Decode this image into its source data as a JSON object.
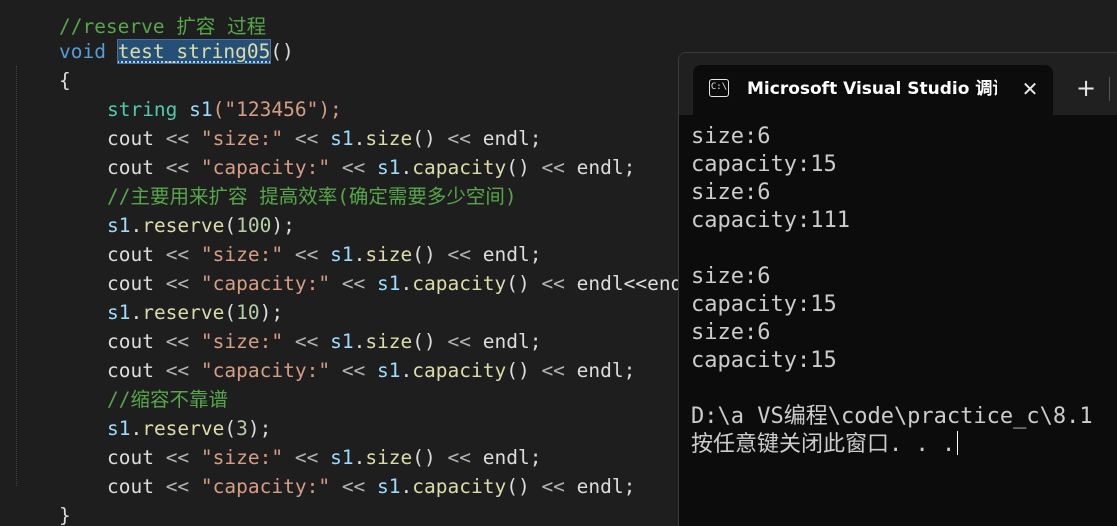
{
  "editor": {
    "top_partial_comment": "//reserve 扩容 过程",
    "func_keyword": "void",
    "func_name": "test_string05",
    "func_parens": "()",
    "open_brace": "{",
    "close_brace": "}",
    "lines": {
      "l1": {
        "type": "string",
        "name": "s1",
        "args": "(\"123456\");"
      },
      "cout": "cout",
      "op": "<<",
      "size_str": "\"size:\"",
      "cap_str": "\"capacity:\"",
      "s1": "s1",
      "dot_size": "size",
      "dot_capacity": "capacity",
      "call_parens": "()",
      "endl": "endl",
      "semi": ";",
      "endl_endl": "endl<<endl",
      "comment1": "//主要用来扩容 提高效率(确定需要多少空间)",
      "reserve": "reserve",
      "res100": "100",
      "res10": "10",
      "res3": "3",
      "comment2": "//缩容不靠谱"
    }
  },
  "console": {
    "tab_title": "Microsoft Visual Studio 调试控制台",
    "tab_icon": "terminal-icon",
    "close_glyph": "✕",
    "new_tab_glyph": "+",
    "output": [
      "size:6",
      "capacity:15",
      "size:6",
      "capacity:111",
      "",
      "size:6",
      "capacity:15",
      "size:6",
      "capacity:15",
      "",
      "D:\\a VS编程\\code\\practice_c\\8.1",
      "按任意键关闭此窗口. . ."
    ]
  }
}
